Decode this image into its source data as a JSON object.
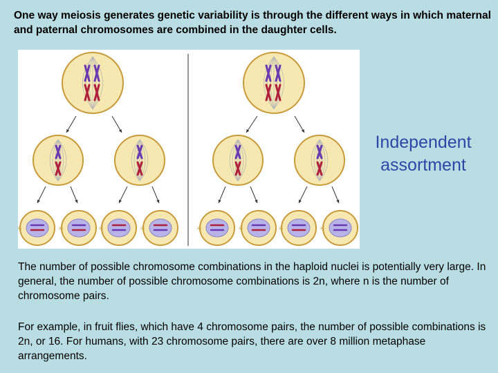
{
  "heading": "One way meiosis generates genetic variability is through the different ways in which maternal and paternal chromosomes are combined in the daughter cells.",
  "side_label": "Independent assortment",
  "paragraphs": [
    "The number of possible chromosome combinations in the haploid nuclei is potentially very large. In general, the number of possible chromosome combinations is 2n, where n is the number of chromosome pairs.",
    "For example, in fruit flies, which have 4 chromosome pairs, the number of possible combinations is 2n, or 16. For humans, with 23 chromosome pairs, there are over 8 million metaphase arrangements."
  ],
  "colors": {
    "background": "#b9dde2",
    "label": "#2e46a8",
    "cell_fill": "#f6e8b0",
    "cell_edge": "#c79a3a",
    "maternal": "#6a38b0",
    "paternal": "#b0203c"
  }
}
